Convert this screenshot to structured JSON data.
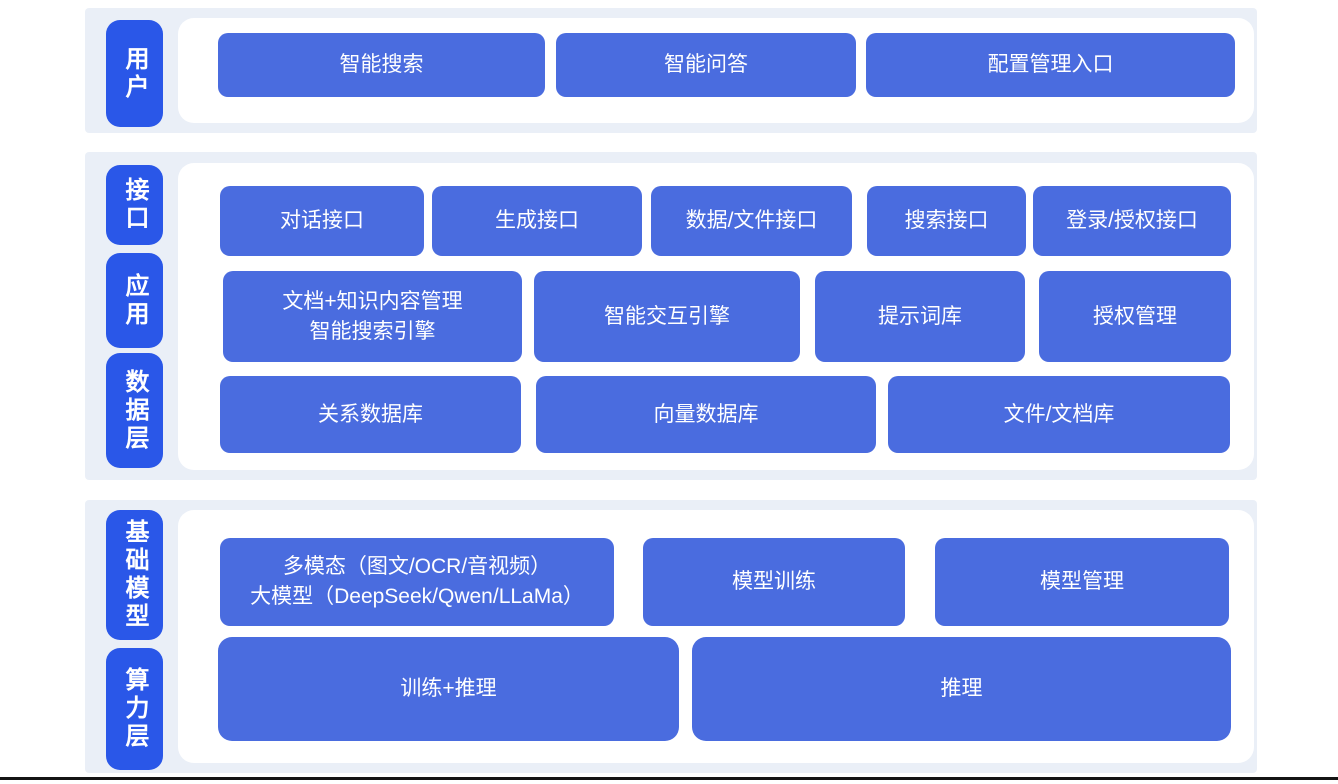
{
  "colors": {
    "band_background": "#EAEFF7",
    "panel_background": "#FFFFFF",
    "layer_label_blue": "#2A57E8",
    "block_blue": "#4A6CDF",
    "text_white": "#FFFFFF",
    "bottom_rule_black": "#141414"
  },
  "sections": [
    {
      "name": "user-layer",
      "side_labels": [
        {
          "text": "用户"
        }
      ],
      "rows": [
        {
          "buttons": [
            {
              "label": "智能搜索"
            },
            {
              "label": "智能问答"
            },
            {
              "label": "配置管理入口"
            }
          ]
        }
      ]
    },
    {
      "name": "middle-layers",
      "side_labels": [
        {
          "text": "接口"
        },
        {
          "text": "应用"
        },
        {
          "text": "数据层"
        }
      ],
      "rows": [
        {
          "buttons": [
            {
              "label": "对话接口"
            },
            {
              "label": "生成接口"
            },
            {
              "label": "数据/文件接口"
            },
            {
              "label": "搜索接口"
            },
            {
              "label": "登录/授权接口"
            }
          ]
        },
        {
          "buttons": [
            {
              "label": "文档+知识内容管理",
              "label2": "智能搜索引擎"
            },
            {
              "label": "智能交互引擎"
            },
            {
              "label": "提示词库"
            },
            {
              "label": "授权管理"
            }
          ]
        },
        {
          "buttons": [
            {
              "label": "关系数据库"
            },
            {
              "label": "向量数据库"
            },
            {
              "label": "文件/文档库"
            }
          ]
        }
      ]
    },
    {
      "name": "foundation-layers",
      "side_labels": [
        {
          "text": "基础模型"
        },
        {
          "text": "算力层"
        }
      ],
      "rows": [
        {
          "buttons": [
            {
              "label": "多模态（图文/OCR/音视频）",
              "label2": "大模型（DeepSeek/Qwen/LLaMa）"
            },
            {
              "label": "模型训练"
            },
            {
              "label": "模型管理"
            }
          ]
        },
        {
          "buttons": [
            {
              "label": "训练+推理"
            },
            {
              "label": "推理"
            }
          ]
        }
      ]
    }
  ]
}
